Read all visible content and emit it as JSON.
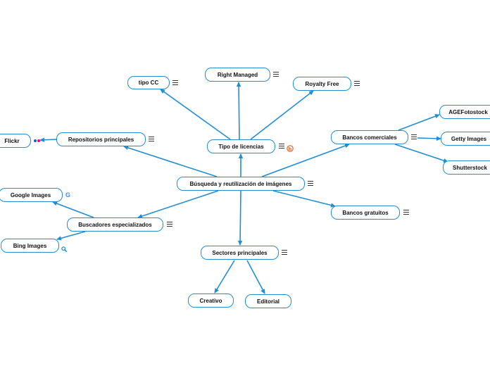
{
  "colors": {
    "edge": "#1f8ed6",
    "node_border": "#1f8ed6",
    "text": "#111111",
    "badge_orange": "#e8602c",
    "google_icon": "#4285f4",
    "search_icon": "#1f8ed6",
    "flickr_blue": "#0063dc",
    "flickr_pink": "#ff0084"
  },
  "nodes": {
    "root": "Búsqueda y reutilización de imágenes",
    "licencias": "Tipo de licencias",
    "tipo_cc": "tipo CC",
    "right_managed": "Right Managed",
    "royalty_free": "Royalty Free",
    "repositorios": "Repositorios principales",
    "flickr": "Flickr",
    "bancos_comerciales": "Bancos comerciales",
    "agefotostock": "AGEFotostock",
    "getty": "Getty Images",
    "shutterstock": "Shutterstock",
    "bancos_gratuitos": "Bancos gratuitos",
    "buscadores": "Buscadores especializados",
    "google_images": "Google Images",
    "bing_images": "Bing Images",
    "sectores": "Sectores principales",
    "creativo": "Creativo",
    "editorial": "Editorial"
  },
  "icons": {
    "menu": "hamburger-menu-icon",
    "licencias_badge": "orange-circle-badge-icon",
    "google": "google-g-icon",
    "google_glyph": "G",
    "bing": "magnifier-search-icon",
    "flickr": "flickr-dots-icon"
  }
}
